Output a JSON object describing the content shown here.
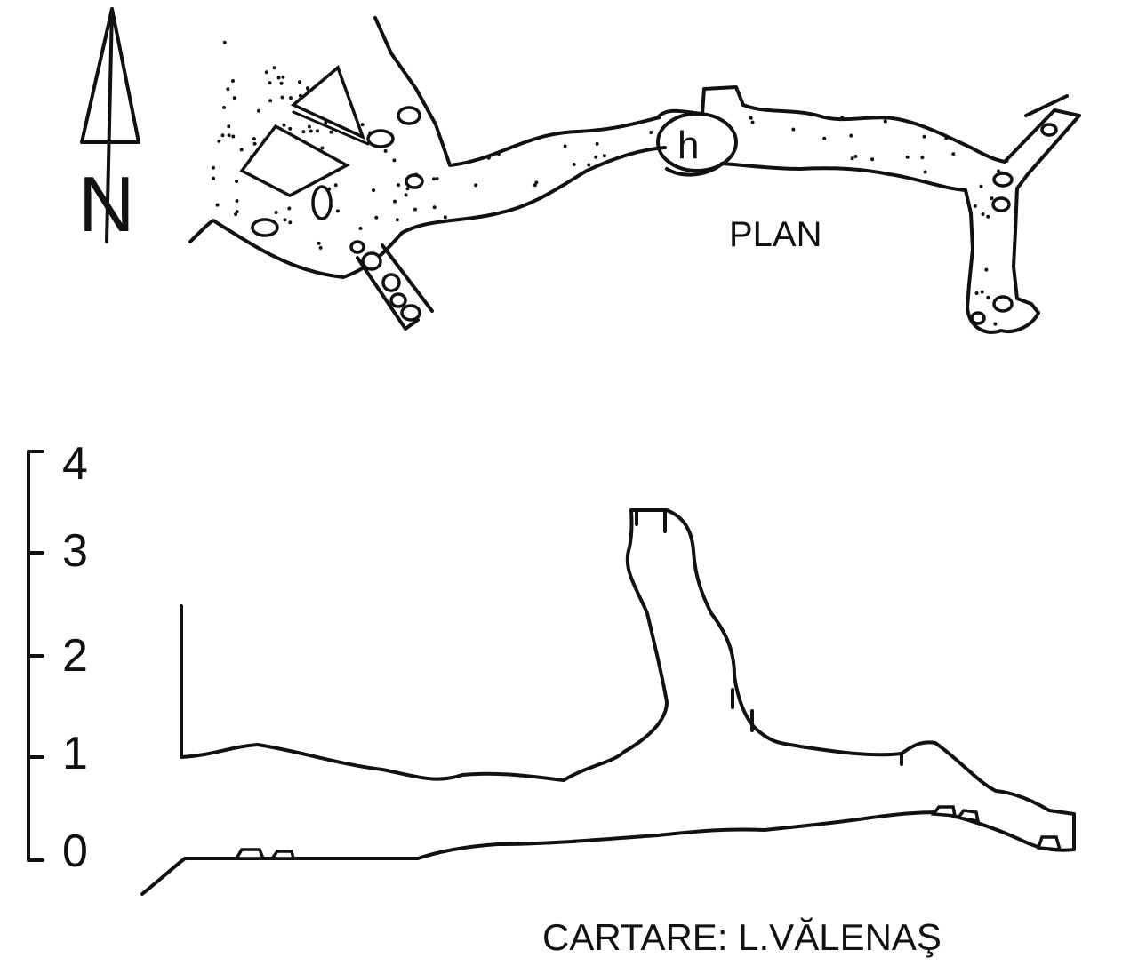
{
  "north_arrow": {
    "label": "N"
  },
  "plan_view": {
    "label": "PLAN",
    "marker": "h"
  },
  "vertical_scale": {
    "ticks": [
      "4",
      "3",
      "2",
      "1",
      "0"
    ]
  },
  "credit": {
    "text": "CARTARE: L.VĂLENAŞ"
  },
  "colors": {
    "ink": "#111111",
    "paper": "#ffffff"
  }
}
